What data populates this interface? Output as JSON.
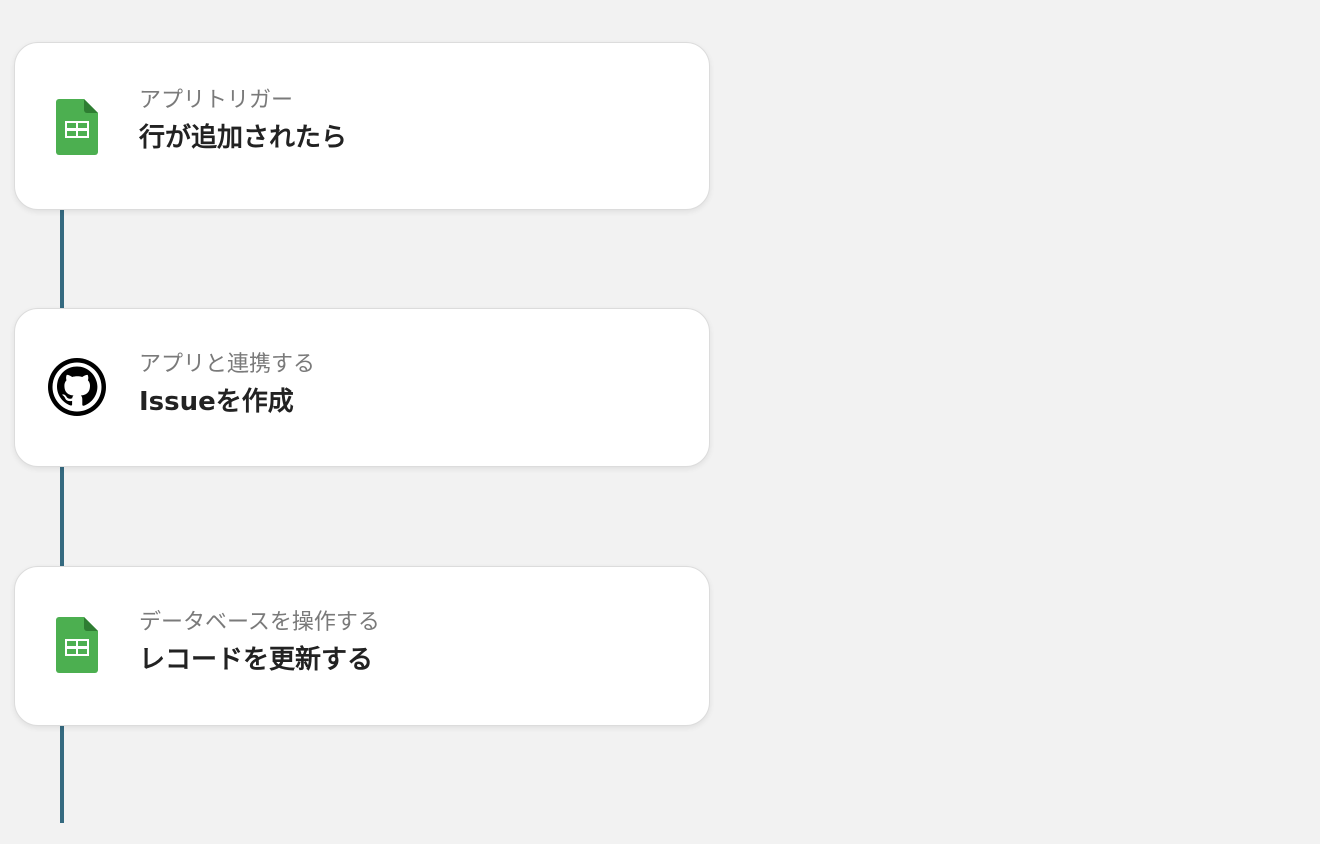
{
  "steps": [
    {
      "kind": "アプリトリガー",
      "action": "行が追加されたら",
      "icon": "google-sheets-icon"
    },
    {
      "kind": "アプリと連携する",
      "action": "Issueを作成",
      "icon": "github-icon"
    },
    {
      "kind": "データベースを操作する",
      "action": "レコードを更新する",
      "icon": "google-sheets-icon"
    }
  ],
  "colors": {
    "background": "#f2f2f2",
    "connector": "#356a80",
    "sheets_green": "#4caf50",
    "github_black": "#000000"
  }
}
